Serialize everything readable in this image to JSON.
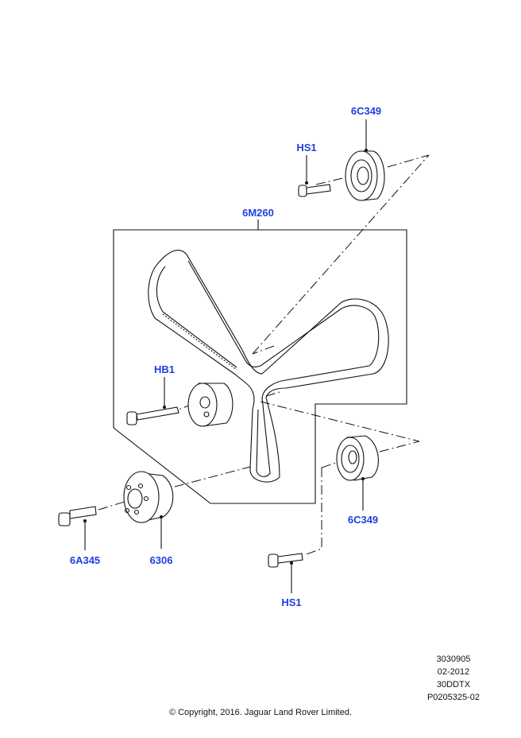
{
  "diagram": {
    "title": "Timing belt and tensioner assembly",
    "callouts": [
      {
        "id": "6C349-top",
        "label": "6C349"
      },
      {
        "id": "HS1-top",
        "label": "HS1"
      },
      {
        "id": "6M260",
        "label": "6M260"
      },
      {
        "id": "HB1",
        "label": "HB1"
      },
      {
        "id": "6A345",
        "label": "6A345"
      },
      {
        "id": "6306",
        "label": "6306"
      },
      {
        "id": "6C349-bottom",
        "label": "6C349"
      },
      {
        "id": "HS1-bottom",
        "label": "HS1"
      }
    ],
    "callout_color": "#1f3fe0"
  },
  "meta": {
    "lines": [
      "3030905",
      "02-2012",
      "30DDTX",
      "P0205325-02"
    ]
  },
  "footer": {
    "copyright": "© Copyright, 2016. Jaguar Land Rover Limited."
  }
}
